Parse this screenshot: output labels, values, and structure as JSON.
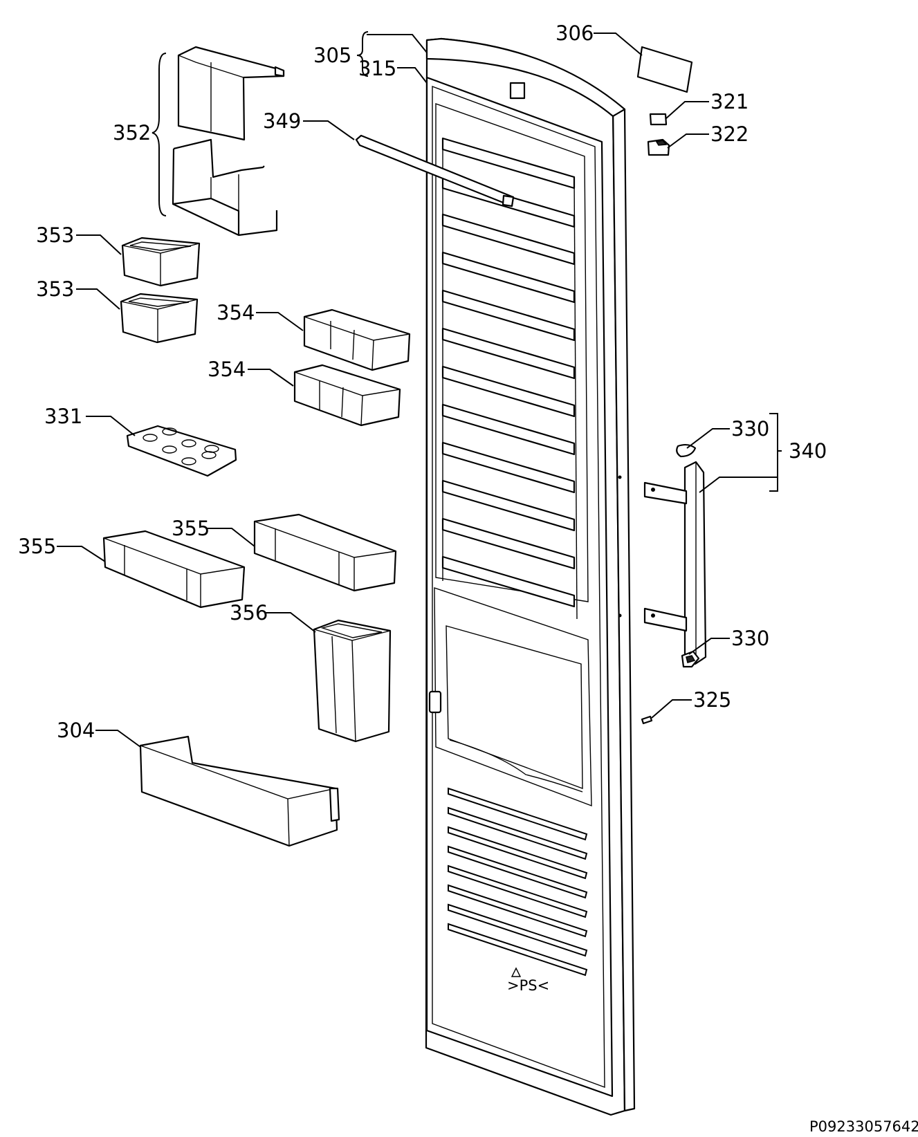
{
  "diagram": {
    "reference_code": "P09233057642",
    "callouts": [
      {
        "id": "c305",
        "text": "305"
      },
      {
        "id": "c315",
        "text": "315"
      },
      {
        "id": "c306",
        "text": "306"
      },
      {
        "id": "c321",
        "text": "321"
      },
      {
        "id": "c322",
        "text": "322"
      },
      {
        "id": "c352",
        "text": "352"
      },
      {
        "id": "c349",
        "text": "349"
      },
      {
        "id": "c353a",
        "text": "353"
      },
      {
        "id": "c353b",
        "text": "353"
      },
      {
        "id": "c354a",
        "text": "354"
      },
      {
        "id": "c354b",
        "text": "354"
      },
      {
        "id": "c331",
        "text": "331"
      },
      {
        "id": "c330a",
        "text": "330"
      },
      {
        "id": "c340",
        "text": "340"
      },
      {
        "id": "c355a",
        "text": "355"
      },
      {
        "id": "c355b",
        "text": "355"
      },
      {
        "id": "c356",
        "text": "356"
      },
      {
        "id": "c330b",
        "text": "330"
      },
      {
        "id": "c325",
        "text": "325"
      },
      {
        "id": "c304",
        "text": "304"
      }
    ]
  }
}
